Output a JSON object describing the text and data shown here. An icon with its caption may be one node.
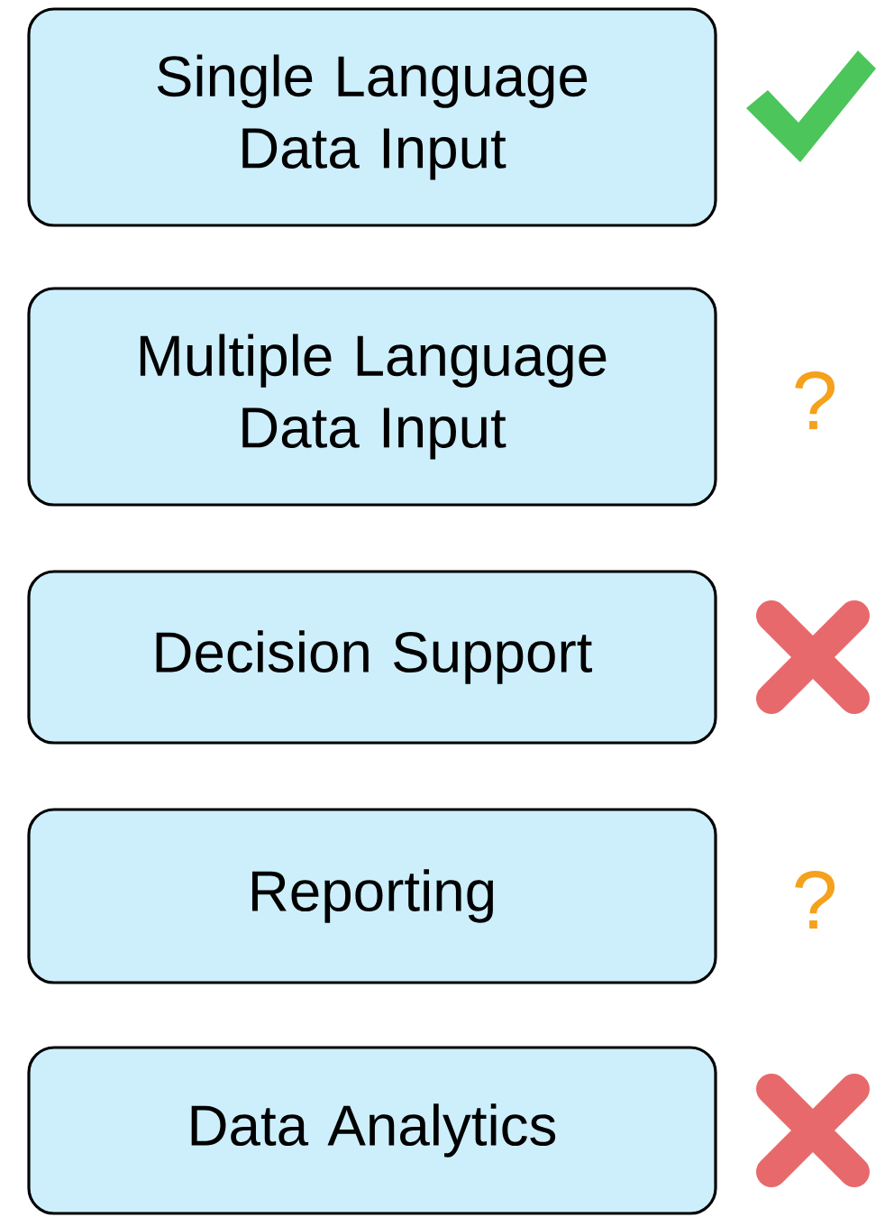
{
  "diagram": {
    "nodes": [
      {
        "text": [
          "Single Language Data Input"
        ]
      },
      {
        "text": [
          "Multiple Language Data Input"
        ],
        "beside": [
          "?"
        ]
      },
      {
        "text": [
          "Decision Support"
        ]
      },
      {
        "text": [
          "Reporting"
        ],
        "beside": [
          "?"
        ]
      },
      {
        "text": [
          "Data Analytics"
        ]
      }
    ]
  }
}
